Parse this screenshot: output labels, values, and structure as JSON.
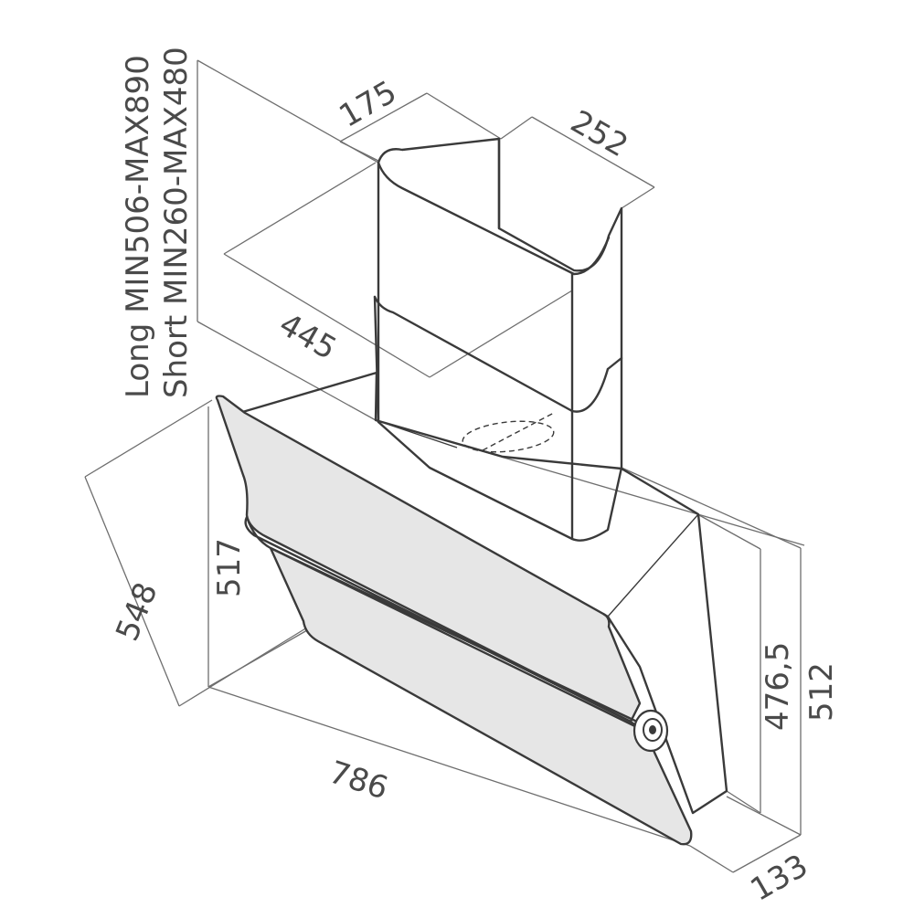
{
  "dimensions": {
    "chimney_depth": "175",
    "chimney_width": "252",
    "chimney_offset": "445",
    "chimney_height_long": "Long MIN506-MAX890",
    "chimney_height_short": "Short MIN260-MAX480",
    "overall_depth": "548",
    "glass_height": "517",
    "overall_width": "786",
    "body_height": "476,5",
    "total_height": "512",
    "base_depth": "133"
  },
  "colors": {
    "line": "#3a3a3a",
    "dimension_line": "#6e6e6e",
    "glass_fill": "#e6e6e6",
    "text": "#4a4a4a"
  }
}
